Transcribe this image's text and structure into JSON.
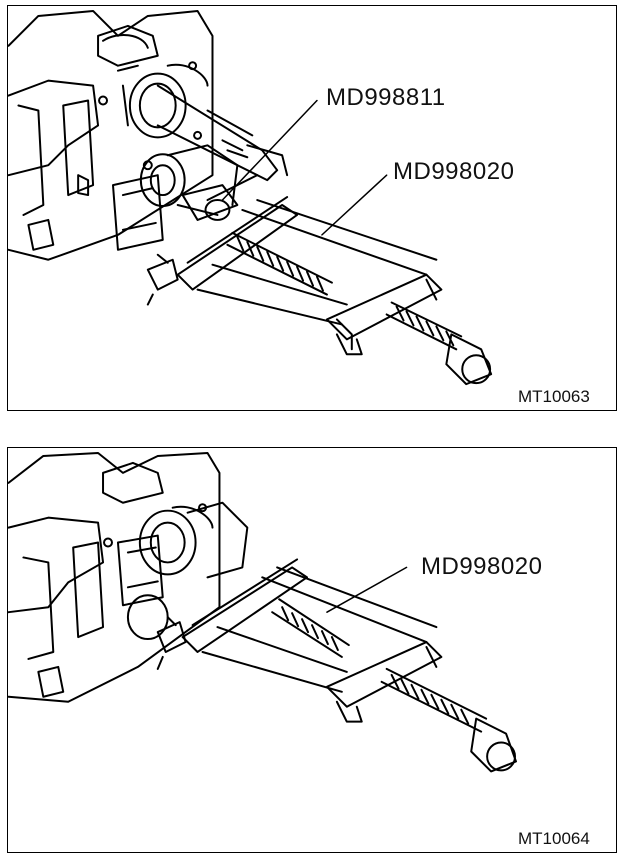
{
  "figures": [
    {
      "id": "MT10063",
      "callouts": [
        {
          "text": "MD998811"
        },
        {
          "text": "MD998020"
        }
      ]
    },
    {
      "id": "MT10064",
      "callouts": [
        {
          "text": "MD998020"
        }
      ]
    }
  ],
  "colors": {
    "line": "#000000",
    "background": "#ffffff"
  }
}
